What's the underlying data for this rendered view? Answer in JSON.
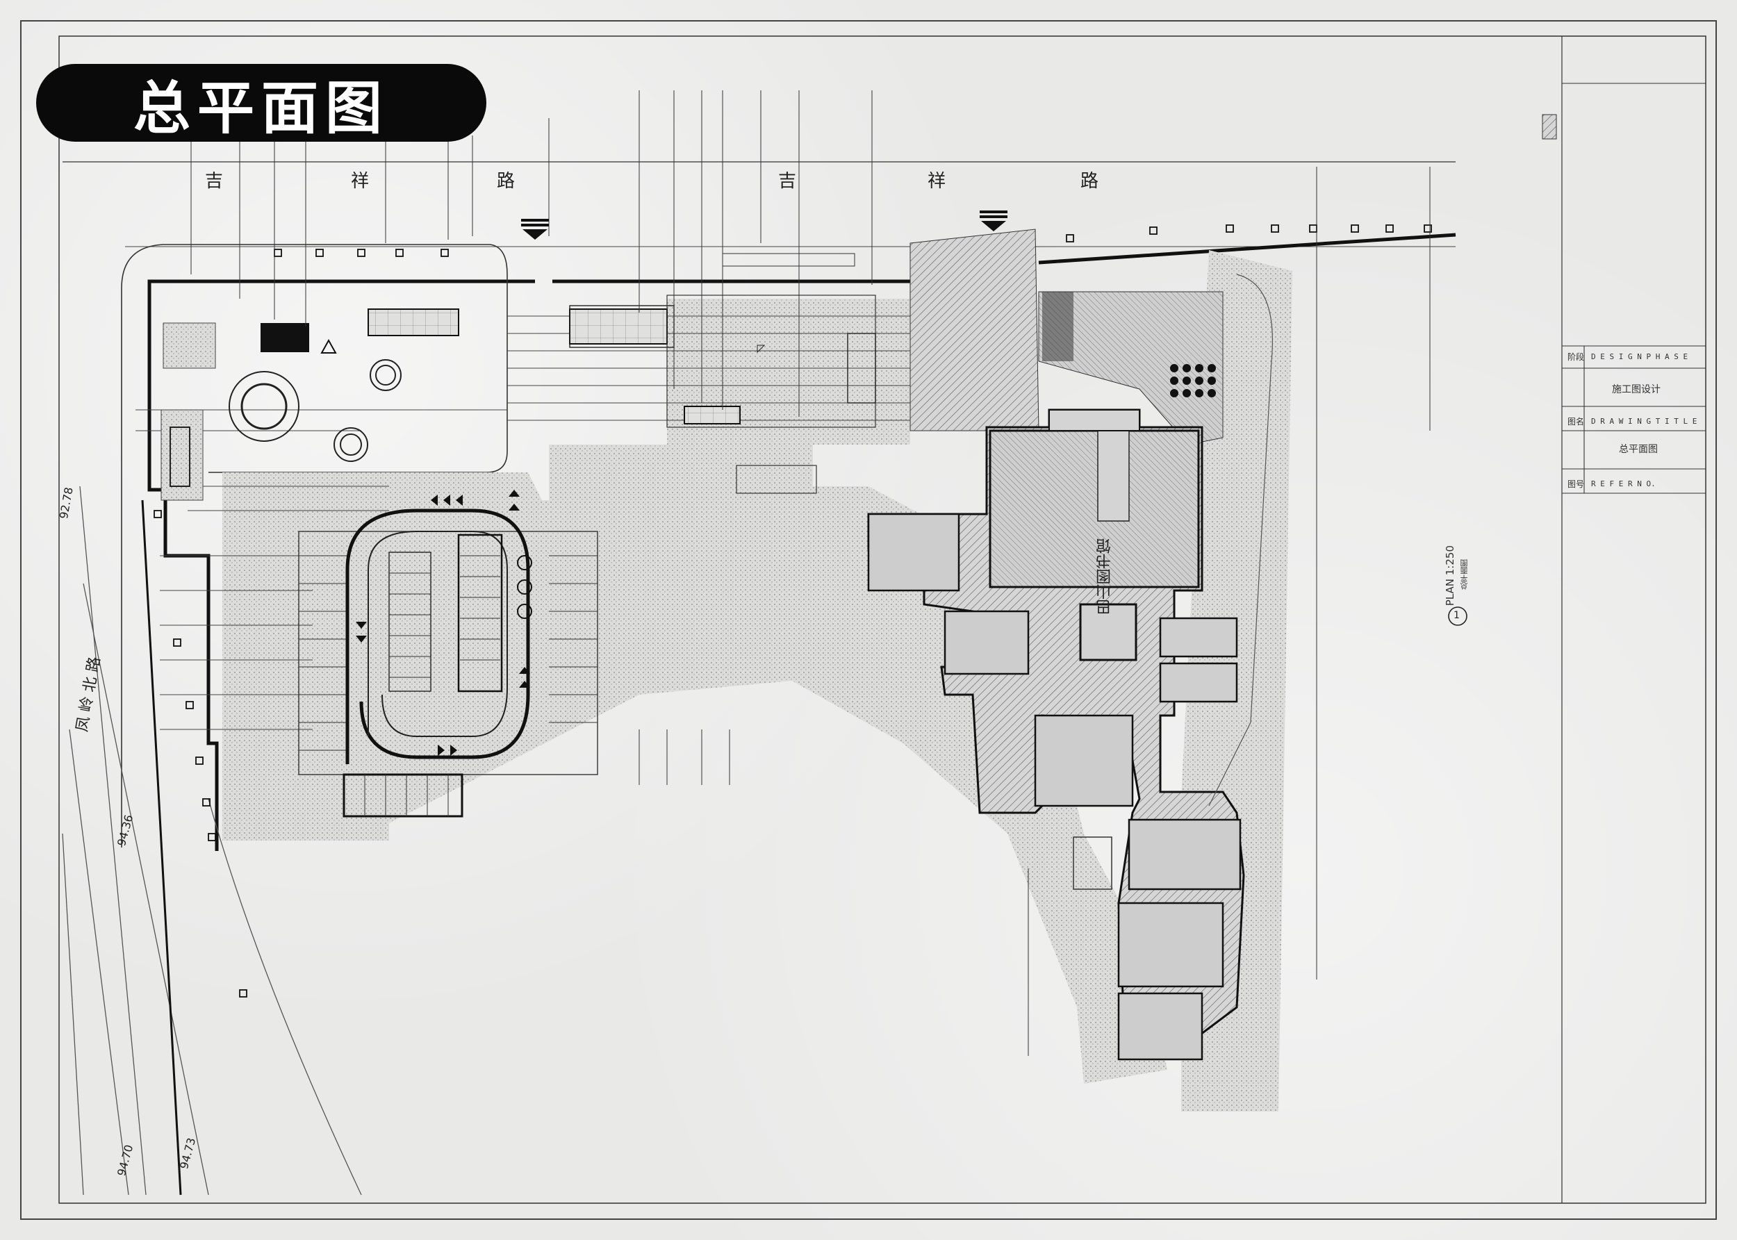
{
  "title": "总平面图",
  "roads": {
    "top_left": [
      "吉",
      "祥",
      "路"
    ],
    "top_right": [
      "吉",
      "祥",
      "路"
    ],
    "left_side": "凤 岭 北 路"
  },
  "elevations": [
    "92.78",
    "94.36",
    "94.70",
    "94.73"
  ],
  "building_label": "巴山图书馆",
  "plan_scale": "PLAN 1:250",
  "plan_scale_sub": "总平面图",
  "plan_number": "1",
  "title_block": {
    "phase_label": "阶段",
    "phase_en": "D E S I G N   P H A S E",
    "phase_value": "施工图设计",
    "drawing_label": "图名",
    "drawing_en": "D R A W I N G   T I T L E",
    "drawing_value": "总平面图",
    "ref_label": "图号",
    "ref_en": "R E F E R N O."
  },
  "colors": {
    "ink": "#1a1a1a",
    "paper": "#e9e9e8",
    "hatch": "#7a7a7a",
    "stipple": "#9a9a9a"
  },
  "icons": [
    "north-arrow-icon",
    "entrance-arrow-icon",
    "section-marker-icon"
  ]
}
